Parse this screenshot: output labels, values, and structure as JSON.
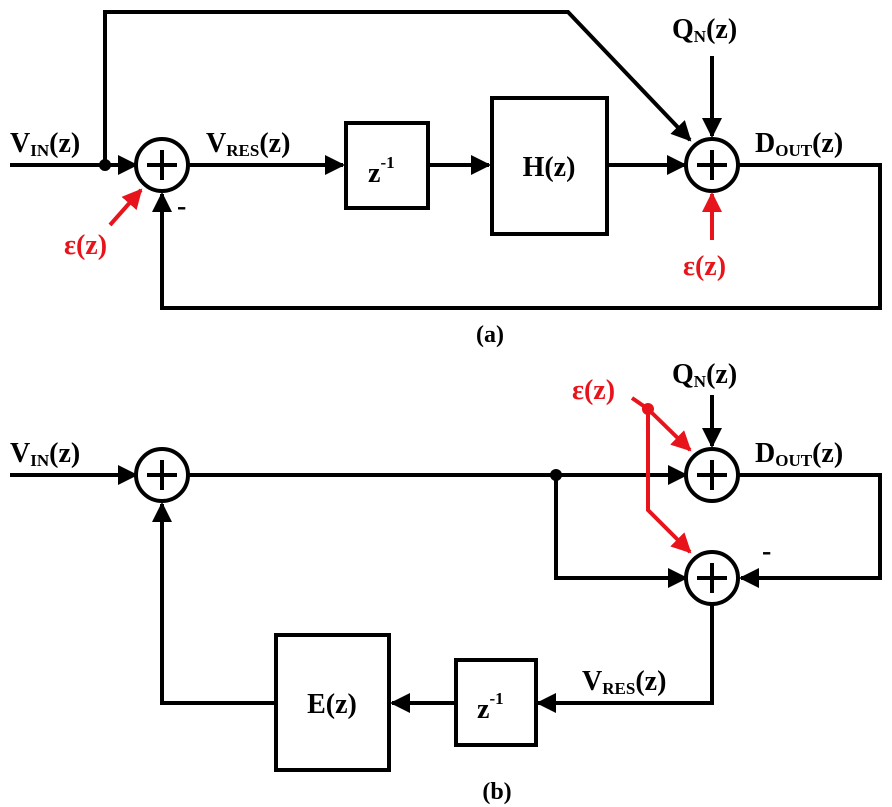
{
  "diagram_a": {
    "caption": "(a)",
    "input_main": "V",
    "input_sub": "IN",
    "input_tail": "(z)",
    "residue_main": "V",
    "residue_sub": "RES",
    "residue_tail": "(z)",
    "delay_main": "z",
    "delay_sup": "-1",
    "filter_label": "H(z)",
    "qnoise_main": "Q",
    "qnoise_sub": "N",
    "qnoise_tail": "(z)",
    "output_main": "D",
    "output_sub": "OUT",
    "output_tail": "(z)",
    "error_left": "ε(z)",
    "error_right": "ε(z)",
    "minus_sign": "-"
  },
  "diagram_b": {
    "caption": "(b)",
    "input_main": "V",
    "input_sub": "IN",
    "input_tail": "(z)",
    "residue_main": "V",
    "residue_sub": "RES",
    "residue_tail": "(z)",
    "delay_main": "z",
    "delay_sup": "-1",
    "filter_label": "E(z)",
    "qnoise_main": "Q",
    "qnoise_sub": "N",
    "qnoise_tail": "(z)",
    "output_main": "D",
    "output_sub": "OUT",
    "output_tail": "(z)",
    "error_label": "ε(z)",
    "minus_sign": "-"
  },
  "colors": {
    "line": "#000000",
    "error_path": "#e8141c"
  }
}
